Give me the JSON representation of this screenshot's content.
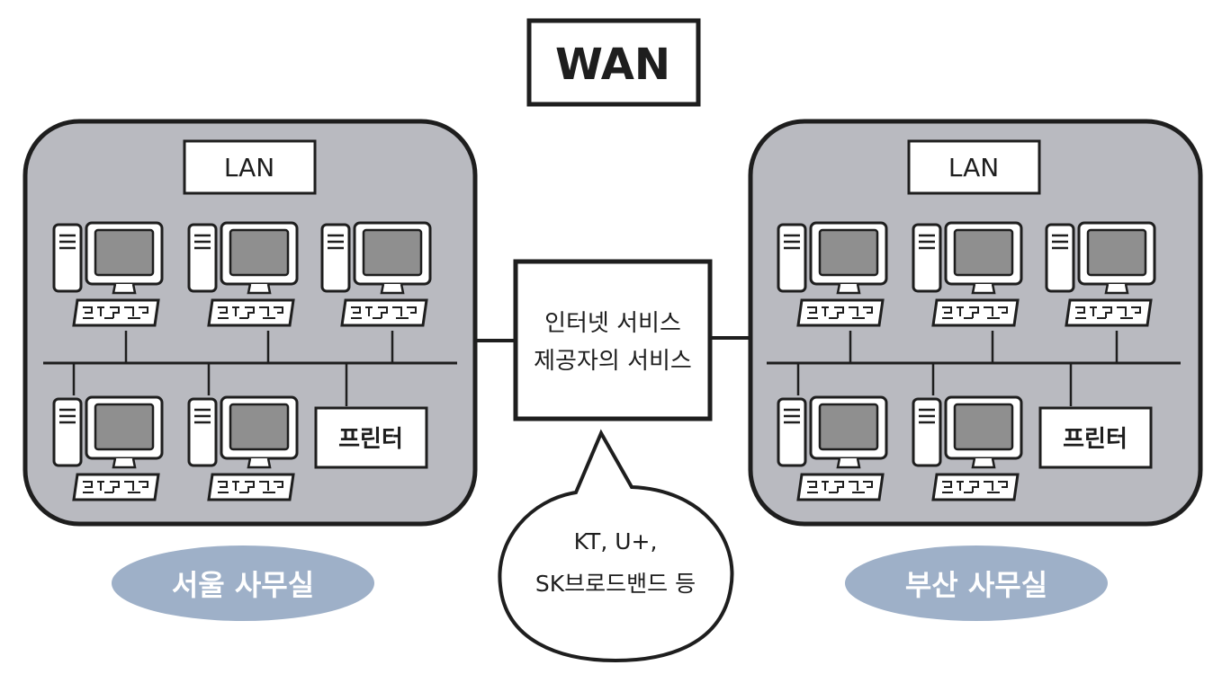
{
  "wan": {
    "title": "WAN"
  },
  "isp": {
    "line1": "인터넷 서비스",
    "line2": "제공자의 서비스"
  },
  "callout": {
    "line1": "KT, U+,",
    "line2": "SK브로드밴드 등"
  },
  "offices": [
    {
      "lan_label": "LAN",
      "printer_label": "프린터",
      "office_name": "서울 사무실"
    },
    {
      "lan_label": "LAN",
      "printer_label": "프린터",
      "office_name": "부산 사무실"
    }
  ],
  "colors": {
    "lan_bg": "#b9bac0",
    "office_pill": "#9eb0c8",
    "screen": "#8f8f8f",
    "stroke": "#1e1e1e"
  }
}
